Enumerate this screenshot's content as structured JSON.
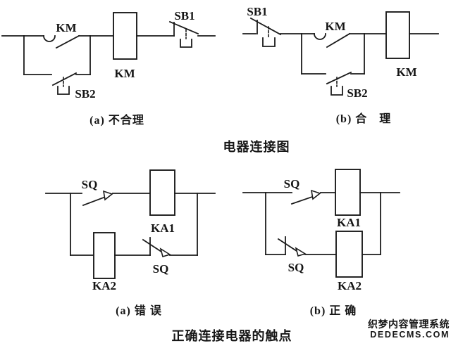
{
  "colors": {
    "ink": "#1b1b1b",
    "background": "#ffffff"
  },
  "figure": {
    "top": {
      "title": "电器连接图",
      "a": {
        "caption": "(a) 不合理",
        "km_contact_label": "KM",
        "km_coil_label": "KM",
        "sb1_label": "SB1",
        "sb2_label": "SB2"
      },
      "b": {
        "caption": "(b) 合　理",
        "km_contact_label": "KM",
        "km_coil_label": "KM",
        "sb1_label": "SB1",
        "sb2_label": "SB2"
      }
    },
    "bottom": {
      "title": "正确连接电器的触点",
      "a": {
        "caption": "(a) 错 误",
        "sq_no_label": "SQ",
        "sq_nc_label": "SQ",
        "ka1_label": "KA1",
        "ka2_label": "KA2"
      },
      "b": {
        "caption": "(b) 正 确",
        "sq_no_label": "SQ",
        "sq_nc_label": "SQ",
        "ka1_label": "KA1",
        "ka2_label": "KA2"
      }
    },
    "watermark": {
      "line1": "织梦内容管理系统",
      "line2": "DEDECMS.COM"
    }
  }
}
